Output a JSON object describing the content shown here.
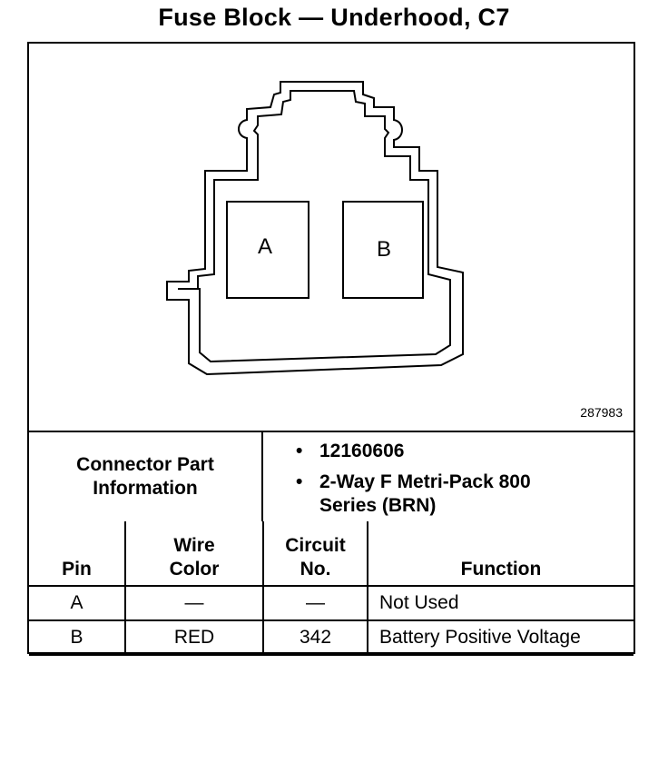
{
  "title": "Fuse Block — Underhood, C7",
  "diagram": {
    "pins": [
      "A",
      "B"
    ],
    "reference_number": "287983"
  },
  "connector_info": {
    "label": "Connector Part Information",
    "items": [
      "12160606",
      "2-Way F Metri-Pack 800 Series (BRN)"
    ]
  },
  "table": {
    "headers": {
      "pin": "Pin",
      "wire_color": "Wire Color",
      "circuit_no": "Circuit No.",
      "function": "Function"
    },
    "rows": [
      {
        "pin": "A",
        "wire_color": "—",
        "circuit_no": "—",
        "function": "Not Used"
      },
      {
        "pin": "B",
        "wire_color": "RED",
        "circuit_no": "342",
        "function": "Battery Positive Voltage"
      }
    ]
  }
}
